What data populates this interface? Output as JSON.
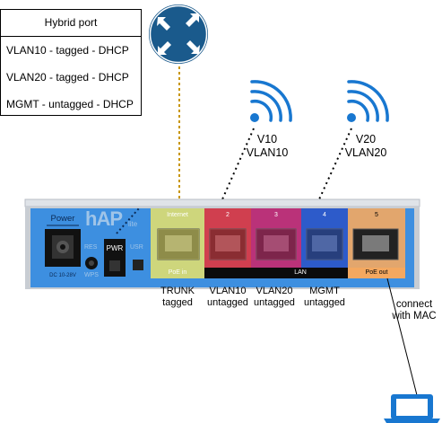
{
  "hybrid_port": {
    "title": "Hybrid port",
    "rows": [
      "VLAN10 - tagged - DHCP",
      "VLAN20 - tagged - DHCP",
      "MGMT - untagged - DHCP"
    ]
  },
  "wireless": [
    {
      "line1": "V10",
      "line2": "VLAN10"
    },
    {
      "line1": "V20",
      "line2": "VLAN20"
    }
  ],
  "device": {
    "power_label": "Power",
    "dc_label": "DC 10-28V",
    "brand": "hAP",
    "brand_suffix": "lite",
    "res_label": "RES",
    "wps_label": "WPS",
    "pwr_label": "PWR",
    "usr_label": "USR",
    "ports": [
      {
        "number": "Internet",
        "sublabel": "PoE in",
        "color": "#e8e36a"
      },
      {
        "number": "2",
        "sublabel": "",
        "color": "#e0363f"
      },
      {
        "number": "3",
        "sublabel": "",
        "color": "#c8286e"
      },
      {
        "number": "4",
        "sublabel": "",
        "color": "#2c58c8"
      },
      {
        "number": "5",
        "sublabel": "PoE out",
        "color": "#f4a860"
      }
    ],
    "lan_label": "LAN"
  },
  "port_captions": [
    {
      "line1": "TRUNK",
      "line2": "tagged"
    },
    {
      "line1": "VLAN10",
      "line2": "untagged"
    },
    {
      "line1": "VLAN20",
      "line2": "untagged"
    },
    {
      "line1": "MGMT",
      "line2": "untagged"
    }
  ],
  "laptop_caption": {
    "line1": "connect",
    "line2": "with MAC"
  },
  "colors": {
    "device_blue": "#3d8fe0",
    "router": "#1a5a8c",
    "trunk_line": "#c8960a"
  }
}
